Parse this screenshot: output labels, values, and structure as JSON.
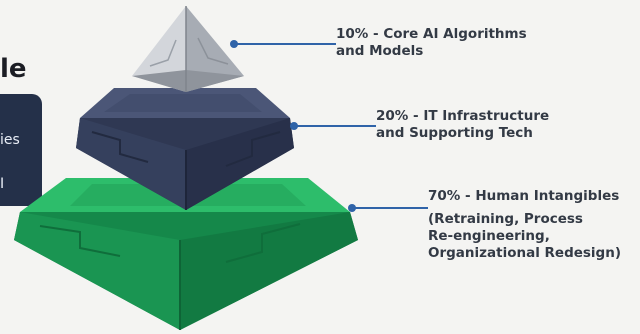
{
  "left_panel": {
    "title_fragment": "le",
    "card_text_top": "ies",
    "card_text_bottom": "I"
  },
  "pyramid": {
    "tiers": [
      {
        "id": "top",
        "percent": "10%",
        "title_line1": "10% - Core AI Algorithms",
        "title_line2": "and Models",
        "color": "#b9bdc4"
      },
      {
        "id": "middle",
        "percent": "20%",
        "title_line1": "20% - IT Infrastructure",
        "title_line2": "and Supporting Tech",
        "color": "#3b4561"
      },
      {
        "id": "bottom",
        "percent": "70%",
        "title_line1": "70% - Human Intangibles",
        "detail_line1": "(Retraining, Process",
        "detail_line2": "Re-engineering,",
        "detail_line3": "Organizational Redesign)",
        "color": "#1fa05a"
      }
    ],
    "leader_color": "#2f63a8"
  }
}
